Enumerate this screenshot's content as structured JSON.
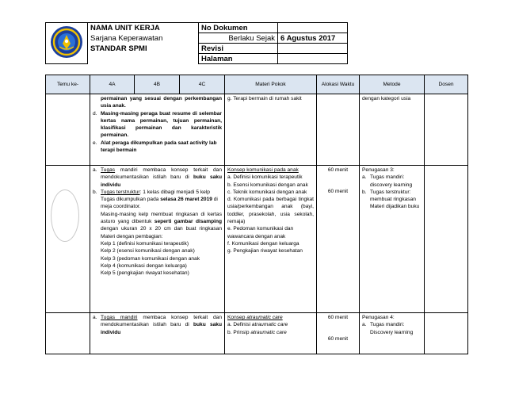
{
  "header": {
    "unit_name": "NAMA UNIT KERJA",
    "unit_sub": "Sarjana Keperawatan",
    "standard": "STANDAR SPMI",
    "doc_no_label": "No Dokumen",
    "effective_label": "Berlaku Sejak",
    "effective_value": "6 Agustus 2017",
    "revision_label": "Revisi",
    "page_label": "Halaman"
  },
  "columns": [
    "Temu ke-",
    "4A",
    "4B",
    "4C",
    "Materi Pokok",
    "Alokasi Waktu",
    "Metode",
    "Dosen"
  ],
  "row1": {
    "left": {
      "cont": "permainan yang sesuai dengan perkembangan usia anak.",
      "d_marker": "d.",
      "d": "Masing-masing peraga buat resume di selembar kertas nama permainan, tujuan permainan, klasifikasi permainan dan karakteristik permainan.",
      "e_marker": "e.",
      "e": "Alat peraga dikumpulkan pada saat activity lab terapi bermain"
    },
    "materi": "g. Terapi bermain di rumah sakit",
    "metode": "dengan kategori usia"
  },
  "row2": {
    "a_marker": "a.",
    "a_link": "Tugas",
    "a_rest": "mandiri membaca konsep terkait dan mendokumentasikan istilah baru di",
    "a_bold": "buku saku individu",
    "b_marker": "b.",
    "b_link": "Tugas terstruktur",
    "b_rest": ": 1 kelas dibagi menjadi 5 kelp",
    "p1a": "Tugas dikumpulkan pada",
    "p1b": "selasa 26 maret 2019",
    "p1c": "di meja coordinator.",
    "p2a": "Masing-masing kelp membuat ringkasan di kertas asturo yang dibentuk",
    "p2b": "seperti gambar disamping",
    "p2c": "dengan ukuran 20 x 20 cm dan buat ringkasan Materi dengan pembagian:",
    "groups": [
      "Kelp 1 (definisi komunikasi terapeutik)",
      "Kelp 2 (esensi komunikasi dengan anak)",
      "Kelp 3 (pedoman komunikasi dengan anak",
      "Kelp 4 (komunikasi dengan keluarga)",
      "Kelp 5 (pengkajian riwayat kesehatan)"
    ],
    "materi_title": "Konsep komunikasi pada anak",
    "materi_items": [
      "a. Definisi komunikasi terapeutik",
      "b. Esensi komunikasi dengan anak",
      "c. Teknik komunikasi dengan anak",
      "d. Komunikasi pada berbagai tingkat usia/perkembangan anak (bayi, toddler, prasekolah, usia sekolah, remaja)",
      "e. Pedoman komunikasi dan wawancara dengan anak",
      "f. Komunikasi dengan keluarga",
      "g. Pengkajian riwayat kesehatan"
    ],
    "time1": "60 menit",
    "time2": "60 menit",
    "metode_title": "Penugasan 3:",
    "metode_a_marker": "a.",
    "metode_a": "Tugas mandiri: discovery learning",
    "metode_b_marker": "b.",
    "metode_b": "Tugas terstruktur: membuat ringkasan Materi dijadikan buku"
  },
  "row3": {
    "a_marker": "a.",
    "a_link": "Tugas mandiri",
    "a_rest": "membaca konsep terkait dan mendokumentasikan istilah baru di",
    "a_bold": "buku saku individu",
    "materi_title_pre": "Konsep ",
    "materi_title_it": "atraumatic care",
    "materi_a_pre": "a. Definisi ",
    "materi_a_it": "atraumatic care",
    "materi_b_pre": "b. Prinsip ",
    "materi_b_it": "atraumatic care",
    "time1": "60 menit",
    "time2": "60 menit",
    "metode_title": "Penugasan 4:",
    "metode_a_marker": "a.",
    "metode_a": "Tugas mandiri: Discovery learning"
  },
  "colors": {
    "header_bg": "#dbe5f1",
    "border": "#000000",
    "logo_blue": "#1b3f9c",
    "logo_gold": "#f2c200"
  }
}
